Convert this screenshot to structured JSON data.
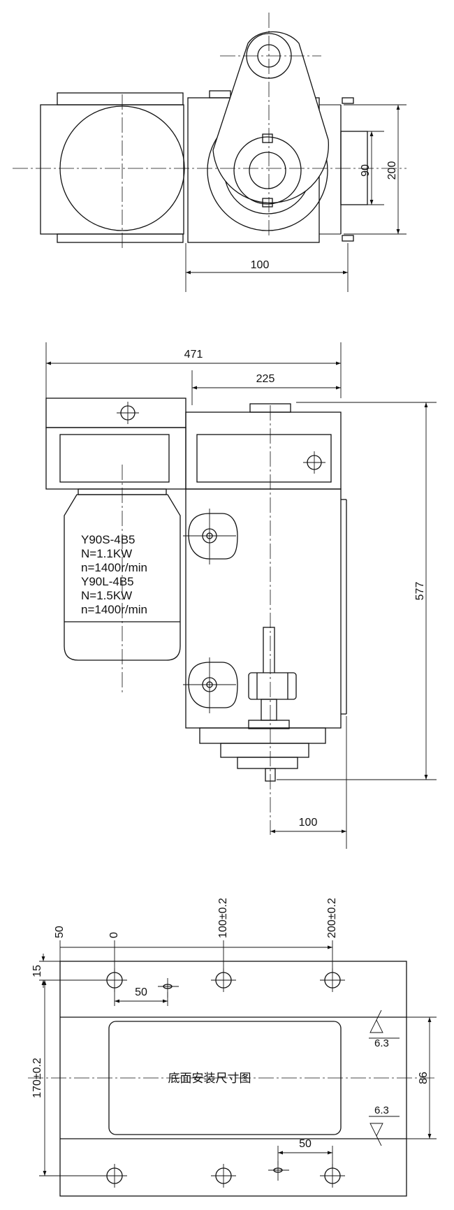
{
  "top_view": {
    "dim_width": "100",
    "dim_flange_outer": "200",
    "dim_flange_inner": "90"
  },
  "front_view": {
    "dim_total_width": "471",
    "dim_right_width": "225",
    "dim_height": "577",
    "dim_shaft_offset": "100",
    "motor_label": [
      "Y90S-4B5",
      "N=1.1KW",
      "n=1400r/min",
      "Y90L-4B5",
      "N=1.5KW",
      "n=1400r/min"
    ]
  },
  "base_view": {
    "title": "底面安装尺寸图",
    "dim_left_margin": "50",
    "dim_zero": "0",
    "dim_mid": "100±0.2",
    "dim_right": "200±0.2",
    "dim_top_margin": "15",
    "dim_hole_spacing_top": "50",
    "dim_hole_spacing_bottom": "50",
    "dim_height": "170±0.2",
    "dim_slot_height": "86",
    "roughness_top": "6.3",
    "roughness_bottom": "6.3"
  }
}
